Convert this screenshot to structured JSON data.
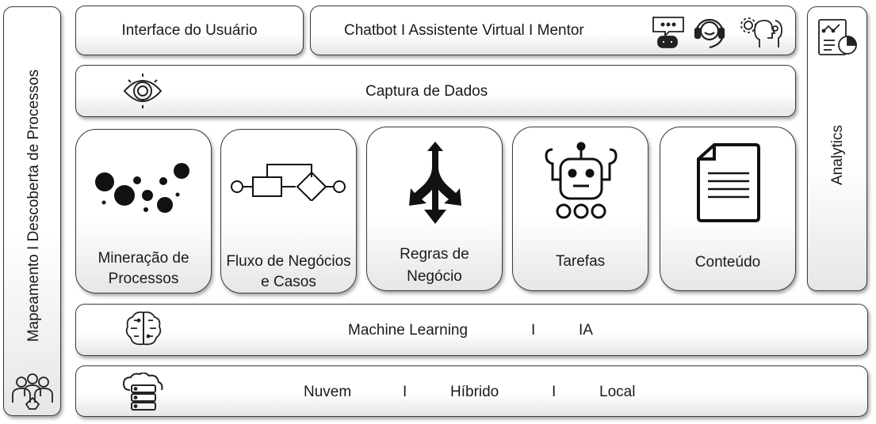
{
  "left_bar": {
    "label": "Mapeamento I Descoberta de Processos",
    "icon": "people-handshake-icon"
  },
  "right_bar": {
    "label": "Analytics",
    "icon": "analytics-report-icon"
  },
  "top_row": {
    "interface": "Interface do Usuário",
    "chatbot": "Chatbot  I Assistente Virtual  I Mentor",
    "chat_icons": [
      "chat-robot-icon",
      "headset-support-icon",
      "mentor-gears-icon"
    ]
  },
  "capture": {
    "label": "Captura de Dados",
    "icon": "eye-icon"
  },
  "cards": [
    {
      "label_line1": "Mineração de",
      "label_line2": "Processos",
      "icon": "process-mining-dots-icon"
    },
    {
      "label_line1": "Fluxo de Negócios",
      "label_line2": "e Casos",
      "icon": "flowchart-icon"
    },
    {
      "label_line1": "Regras de",
      "label_line2": "Negócio",
      "icon": "split-arrows-icon"
    },
    {
      "label_line1": "Tarefas",
      "label_line2": "",
      "icon": "robot-icon"
    },
    {
      "label_line1": "Conteúdo",
      "label_line2": "",
      "icon": "document-icon"
    }
  ],
  "ml": {
    "left": "Machine Learning",
    "sep": "I",
    "right": "IA",
    "icon": "brain-circuit-icon"
  },
  "infra": {
    "a": "Nuvem",
    "sep1": "I",
    "b": "Híbrido",
    "sep2": "I",
    "c": "Local",
    "icon": "cloud-server-icon"
  }
}
